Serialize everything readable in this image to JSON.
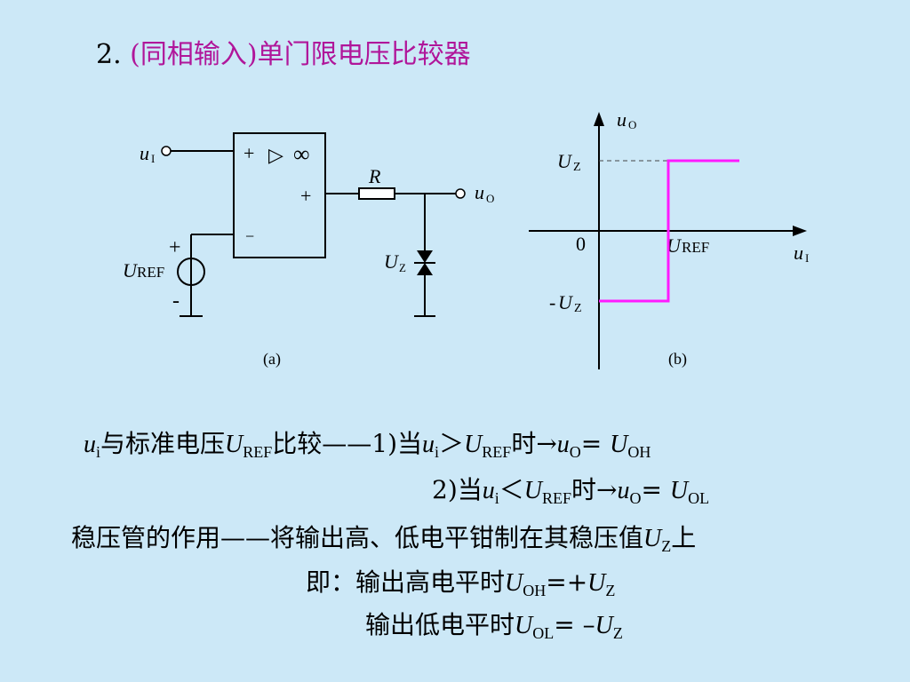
{
  "title": {
    "number": "2.",
    "paren_open": "(",
    "paren_text": "同相输入",
    "paren_close": ")",
    "rest": "单门限电压比较器"
  },
  "circuit_a": {
    "input_symbol": "u",
    "input_sub": "I",
    "plus_top": "+",
    "triangle_symbol": "▷",
    "infinity_symbol": "∞",
    "plus_out": "+",
    "minus_in": "−",
    "resistor_label": "R",
    "output_symbol": "u",
    "output_sub": "O",
    "ref_plus": "+",
    "ref_symbol": "U",
    "ref_sub": "REF",
    "ref_minus": "-",
    "zener_symbol": "U",
    "zener_sub": "Z",
    "caption": "(a)"
  },
  "graph_b": {
    "y_axis_symbol": "u",
    "y_axis_sub": "O",
    "x_axis_symbol": "u",
    "x_axis_sub": "I",
    "origin_label": "0",
    "uz_symbol": "U",
    "uz_sub": "Z",
    "neg_prefix": "-",
    "neg_uz_symbol": "U",
    "neg_uz_sub": "Z",
    "uref_symbol": "U",
    "uref_sub": "REF",
    "caption": "(b)",
    "line_color": "#ff1aff"
  },
  "text": {
    "l1": {
      "u": "u",
      "u_sub": "i",
      "t1": "与标准电压",
      "U": "U",
      "U_sub": "REF",
      "t2": "比较——1)当",
      "u2": "u",
      "u2_sub": "i",
      "op": "＞",
      "U2": "U",
      "U2_sub": "REF",
      "t3": "时→",
      "u3": "u",
      "u3_sub": "O",
      "eq": "= ",
      "U3": "U",
      "U3_sub": "OH"
    },
    "l2": {
      "t1": "2)当",
      "u": "u",
      "u_sub": "i",
      "op": "＜",
      "U": "U",
      "U_sub": "REF",
      "t2": "时→",
      "u2": "u",
      "u2_sub": "O",
      "eq": "= ",
      "U2": "U",
      "U2_sub": "OL"
    },
    "l3": {
      "t1": "稳压管的作用——将输出高、低电平钳制在其稳压值",
      "U": "U",
      "U_sub": "Z",
      "t2": "上"
    },
    "l4": {
      "t1": "即：输出高电平时",
      "U": "U",
      "U_sub": "OH",
      "eq": "=+",
      "U2": "U",
      "U2_sub": "Z"
    },
    "l5": {
      "t1": "输出低电平时",
      "U": "U",
      "U_sub": "OL",
      "eq": "= –",
      "U2": "U",
      "U2_sub": "Z"
    }
  }
}
